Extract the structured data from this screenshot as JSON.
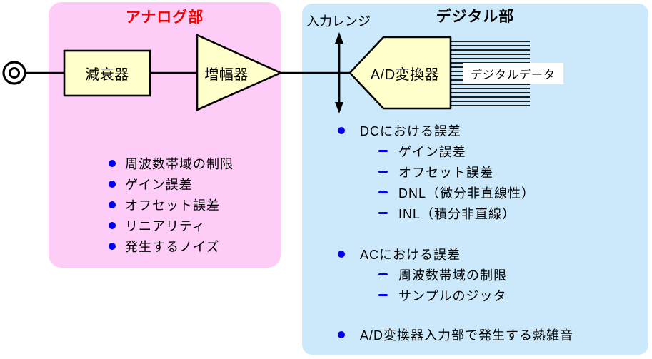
{
  "panels": {
    "analog": {
      "title": "アナログ部"
    },
    "digital": {
      "title": "デジタル部"
    }
  },
  "labels": {
    "input_range": "入力レンジ",
    "attenuator": "減衰器",
    "amplifier": "増幅器",
    "adc": "A/D変換器",
    "digital_data": "デジタルデータ"
  },
  "analog_list": {
    "items": [
      "周波数帯域の制限",
      "ゲイン誤差",
      "オフセット誤差",
      "リニアリティ",
      "発生するノイズ"
    ]
  },
  "digital_list": {
    "dc_heading": "DCにおける誤差",
    "dc_items": [
      "ゲイン誤差",
      "オフセット誤差",
      "DNL（微分非直線性）",
      "INL（積分非直線）"
    ],
    "ac_heading": "ACにおける誤差",
    "ac_items": [
      "周波数帯域の制限",
      "サンプルのジッタ"
    ],
    "thermal": "A/D変換器入力部で発生する熱雑音"
  },
  "icons": {
    "input_connector": "input-connector-icon",
    "range_arrow": "vertical-double-arrow-icon",
    "bullet": "bullet-icon",
    "dash": "dash-icon"
  },
  "colors": {
    "analog_bg": "#FDCCF7",
    "digital_bg": "#CBE9FB",
    "block_fill": "#FFFFCC",
    "title_red": "#F20000",
    "bullet_blue": "#0000EE",
    "line_black": "#000000"
  }
}
